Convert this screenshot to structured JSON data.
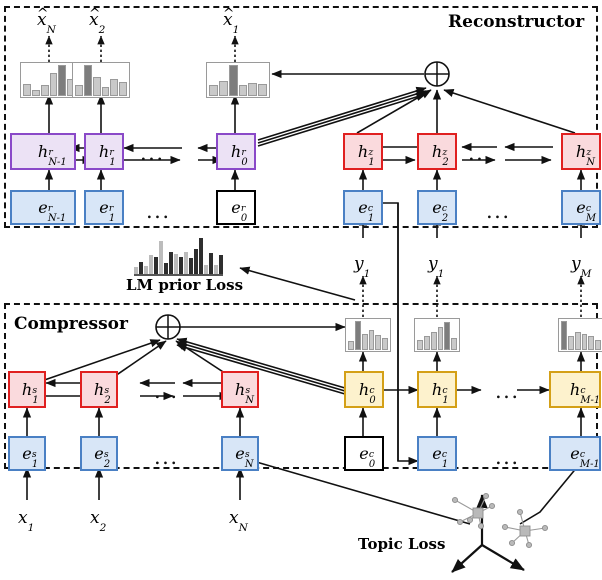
{
  "figure": {
    "panels": [
      {
        "id": "reconstructor",
        "title": "Reconstructor"
      },
      {
        "id": "compressor",
        "title": "Compressor"
      }
    ],
    "losses": [
      {
        "id": "lm-prior-loss",
        "label": "LM prior Loss"
      },
      {
        "id": "topic-loss",
        "label": "Topic Loss"
      }
    ]
  },
  "reconstructor": {
    "title": "Reconstructor",
    "outputs": [
      {
        "name": "x_hat_N",
        "base": "x",
        "sub": "N",
        "hat": true
      },
      {
        "name": "x_hat_2",
        "base": "x",
        "sub": "2",
        "hat": true
      },
      {
        "name": "x_hat_1",
        "base": "x",
        "sub": "1",
        "hat": true
      }
    ],
    "decoder_hidden": [
      {
        "name": "h_r_N_minus_1",
        "base": "h",
        "sup": "r",
        "sub": "N-1"
      },
      {
        "name": "h_r_1",
        "base": "h",
        "sup": "r",
        "sub": "1"
      },
      {
        "name": "h_r_0",
        "base": "h",
        "sup": "r",
        "sub": "0"
      }
    ],
    "decoder_embed": [
      {
        "name": "e_r_N_minus_1",
        "base": "e",
        "sup": "r",
        "sub": "N-1",
        "style": "blue"
      },
      {
        "name": "e_r_1",
        "base": "e",
        "sup": "r",
        "sub": "1",
        "style": "blue"
      },
      {
        "name": "e_r_0",
        "base": "e",
        "sup": "r",
        "sub": "0",
        "style": "blank"
      }
    ],
    "z_hidden": [
      {
        "name": "h_z_1",
        "base": "h",
        "sup": "z",
        "sub": "1"
      },
      {
        "name": "h_z_2",
        "base": "h",
        "sup": "z",
        "sub": "2"
      },
      {
        "name": "h_z_N",
        "base": "h",
        "sup": "z",
        "sub": "N"
      }
    ],
    "c_embed": [
      {
        "name": "e_c_1",
        "base": "e",
        "sup": "c",
        "sub": "1"
      },
      {
        "name": "e_c_2",
        "base": "e",
        "sup": "c",
        "sub": "2"
      },
      {
        "name": "e_c_M",
        "base": "e",
        "sup": "c",
        "sub": "M"
      }
    ],
    "sum_node": "⊕",
    "ellipsis": "..."
  },
  "middle": {
    "y_labels": [
      {
        "name": "y_1_left",
        "base": "y",
        "sub": "1"
      },
      {
        "name": "y_1_mid",
        "base": "y",
        "sub": "1"
      },
      {
        "name": "y_M",
        "base": "y",
        "sub": "M"
      }
    ],
    "lm_prior_loss_label": "LM prior Loss"
  },
  "compressor": {
    "title": "Compressor",
    "sum_node": "⊕",
    "source_hidden": [
      {
        "name": "h_s_1",
        "base": "h",
        "sup": "s",
        "sub": "1"
      },
      {
        "name": "h_s_2",
        "base": "h",
        "sup": "s",
        "sub": "2"
      },
      {
        "name": "h_s_N",
        "base": "h",
        "sup": "s",
        "sub": "N"
      }
    ],
    "source_embed": [
      {
        "name": "e_s_1",
        "base": "e",
        "sup": "s",
        "sub": "1"
      },
      {
        "name": "e_s_2",
        "base": "e",
        "sup": "s",
        "sub": "2"
      },
      {
        "name": "e_s_N",
        "base": "e",
        "sup": "s",
        "sub": "N"
      }
    ],
    "compress_hidden": [
      {
        "name": "h_c_0",
        "base": "h",
        "sup": "c",
        "sub": "0"
      },
      {
        "name": "h_c_1",
        "base": "h",
        "sup": "c",
        "sub": "1"
      },
      {
        "name": "h_c_M_minus_1",
        "base": "h",
        "sup": "c",
        "sub": "M-1"
      }
    ],
    "compress_embed": [
      {
        "name": "e_c_0",
        "base": "e",
        "sup": "c",
        "sub": "0",
        "style": "blank"
      },
      {
        "name": "e_c_1",
        "base": "e",
        "sup": "c",
        "sub": "1",
        "style": "blue"
      },
      {
        "name": "e_c_M_minus_1",
        "base": "e",
        "sup": "c",
        "sub": "M-1",
        "style": "blue"
      }
    ],
    "inputs": [
      {
        "name": "x_1",
        "base": "x",
        "sub": "1"
      },
      {
        "name": "x_2",
        "base": "x",
        "sub": "2"
      },
      {
        "name": "x_N",
        "base": "x",
        "sub": "N"
      }
    ],
    "topic_loss_label": "Topic Loss",
    "ellipsis": "..."
  },
  "chart_data": [
    {
      "name": "xhat_N_distribution",
      "type": "bar",
      "title": "x̂_N output distribution",
      "values": [
        0.38,
        0.2,
        0.34,
        0.74,
        1.0,
        0.56
      ],
      "highlight_index": 4,
      "ylim": [
        0,
        1
      ]
    },
    {
      "name": "xhat_2_distribution",
      "type": "bar",
      "title": "x̂_2 output distribution",
      "values": [
        0.34,
        1.0,
        0.62,
        0.3,
        0.54,
        0.44
      ],
      "highlight_index": 1,
      "ylim": [
        0,
        1
      ]
    },
    {
      "name": "xhat_1_distribution",
      "type": "bar",
      "title": "x̂_1 output distribution",
      "values": [
        0.34,
        0.5,
        1.0,
        0.34,
        0.42,
        0.4
      ],
      "highlight_index": 2,
      "ylim": [
        0,
        1
      ]
    },
    {
      "name": "y_1_left_distribution",
      "type": "bar",
      "title": "y_1 compressor output distribution",
      "values": [
        0.32,
        1.0,
        0.54,
        0.7,
        0.52,
        0.4
      ],
      "highlight_index": 1,
      "ylim": [
        0,
        1
      ]
    },
    {
      "name": "y_1_mid_distribution",
      "type": "bar",
      "title": "y_1 compressor output distribution",
      "values": [
        0.36,
        0.48,
        0.62,
        0.78,
        0.96,
        0.4
      ],
      "highlight_index": 4,
      "ylim": [
        0,
        1
      ]
    },
    {
      "name": "y_M_distribution",
      "type": "bar",
      "title": "y_M compressor output distribution",
      "values": [
        1.0,
        0.48,
        0.62,
        0.56,
        0.5,
        0.34
      ],
      "highlight_index": 0,
      "ylim": [
        0,
        1
      ]
    },
    {
      "name": "lm_prior_loss_histogram",
      "type": "bar",
      "title": "LM prior Loss",
      "values": [
        0.2,
        0.34,
        0.22,
        0.52,
        0.46,
        0.92,
        0.3,
        0.62,
        0.56,
        0.46,
        0.62,
        0.44,
        0.7,
        1.0,
        0.26,
        0.58,
        0.24,
        0.52
      ],
      "shades": [
        "light",
        "dark",
        "light",
        "light",
        "dark",
        "light",
        "dark",
        "dark",
        "light",
        "dark",
        "light",
        "dark",
        "dark",
        "dark",
        "light",
        "dark",
        "light",
        "dark"
      ],
      "ylim": [
        0,
        1
      ]
    }
  ]
}
